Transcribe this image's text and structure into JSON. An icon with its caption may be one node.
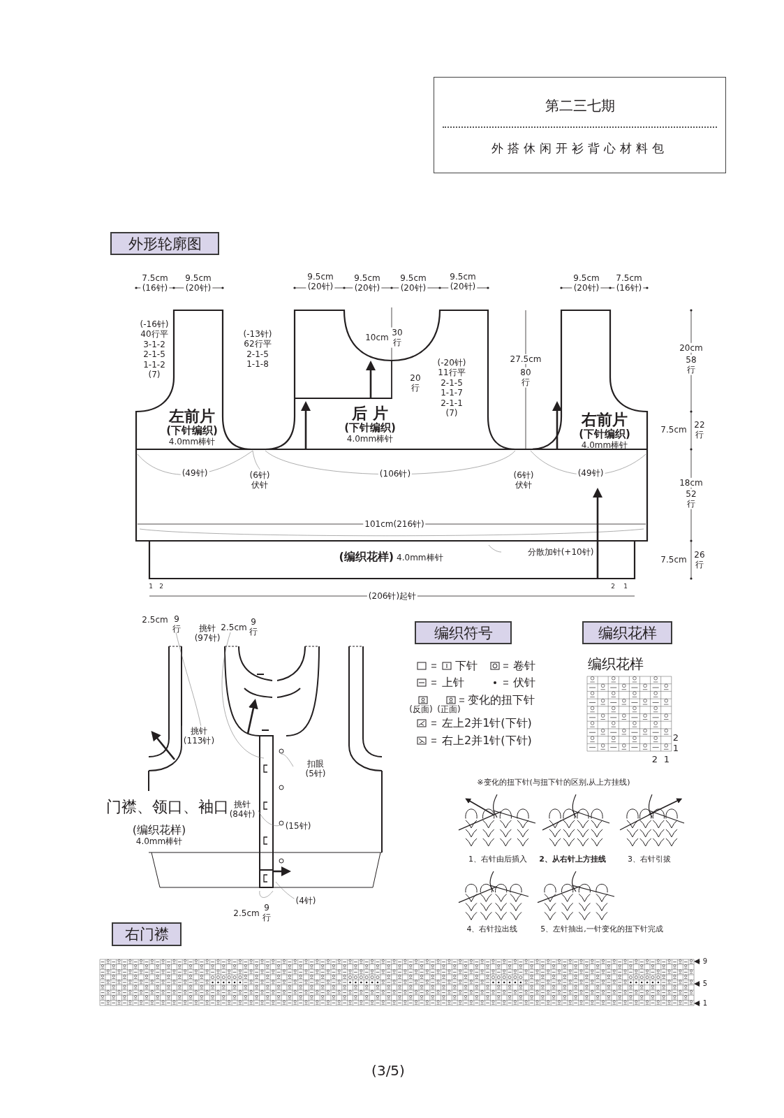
{
  "diagram": {
    "nodes": [
      {
        "text": [
          "第二三七期",
          "外搭休闲开衫背心材料包"
        ]
      },
      {
        "text": [
          "外形轮廓图"
        ]
      },
      {
        "text": [
          "左前片",
          "(下针编织)",
          "4.0mm棒针"
        ]
      },
      {
        "text": [
          "后 片",
          "(下针编织)",
          "4.0mm棒针"
        ]
      },
      {
        "text": [
          "右前片",
          "(下针编织)",
          "4.0mm棒针"
        ]
      },
      {
        "text": [
          "(编织花样)",
          "4.0mm棒针"
        ]
      },
      {
        "text": [
          "编织符号"
        ]
      },
      {
        "text": [
          "编织花样"
        ]
      },
      {
        "text": [
          "右门襟"
        ]
      }
    ],
    "labels": [
      "7.5cm (16针)",
      "9.5cm (20针)",
      "9.5cm (20针)",
      "9.5cm (20针)",
      "9.5cm (20针)",
      "9.5cm (20针)",
      "9.5cm (20针)",
      "7.5cm (16针)",
      "(-16针) 40行平 3-1-2 2-1-5 1-1-2 (7)",
      "(-13针) 62行平 2-1-5 1-1-8",
      "10cm",
      "30行",
      "20行",
      "(-20针) 11行平 2-1-5 1-1-7 2-1-1 (7)",
      "27.5cm",
      "80行",
      "20cm",
      "58行",
      "7.5cm",
      "22行",
      "(49针)",
      "(6针) 伏针",
      "(106针)",
      "(6针) 伏针",
      "(49针)",
      "18cm",
      "52行",
      "101cm(216针)",
      "分散加针(+10针)",
      "7.5cm",
      "26行",
      "1",
      "2",
      "2",
      "1",
      "(206针)起针",
      "2.5cm",
      "9行",
      "挑针 (97针)",
      "2.5cm",
      "9行",
      "挑针 (113针)",
      "扣眼 (5针)",
      "门襟、领口、袖口",
      "(编织花样)",
      "4.0mm棒针",
      "挑针 (84针)",
      "(15针)",
      "(4针)",
      "2.5cm",
      "9行",
      "(反面)",
      "(正面)",
      "编织花样",
      "2",
      "1",
      "2",
      "1",
      "※变化的扭下针(与扭下针的区别,从上方挂线)",
      "1、右针由后插入",
      "2、从右针上方挂线",
      "3、右针引拔",
      "4、右针拉出线",
      "5、左针抽出,一针变化的扭下针完成",
      "9",
      "5",
      "1",
      "(3/5)"
    ],
    "legend": [
      {
        "text": "下针"
      },
      {
        "text": "卷针"
      },
      {
        "text": "上针"
      },
      {
        "text": "伏针"
      },
      {
        "text": "变化的扭下针"
      },
      {
        "text": "左上2并1针(下针)"
      },
      {
        "text": "右上2并1针(下针)"
      }
    ]
  }
}
